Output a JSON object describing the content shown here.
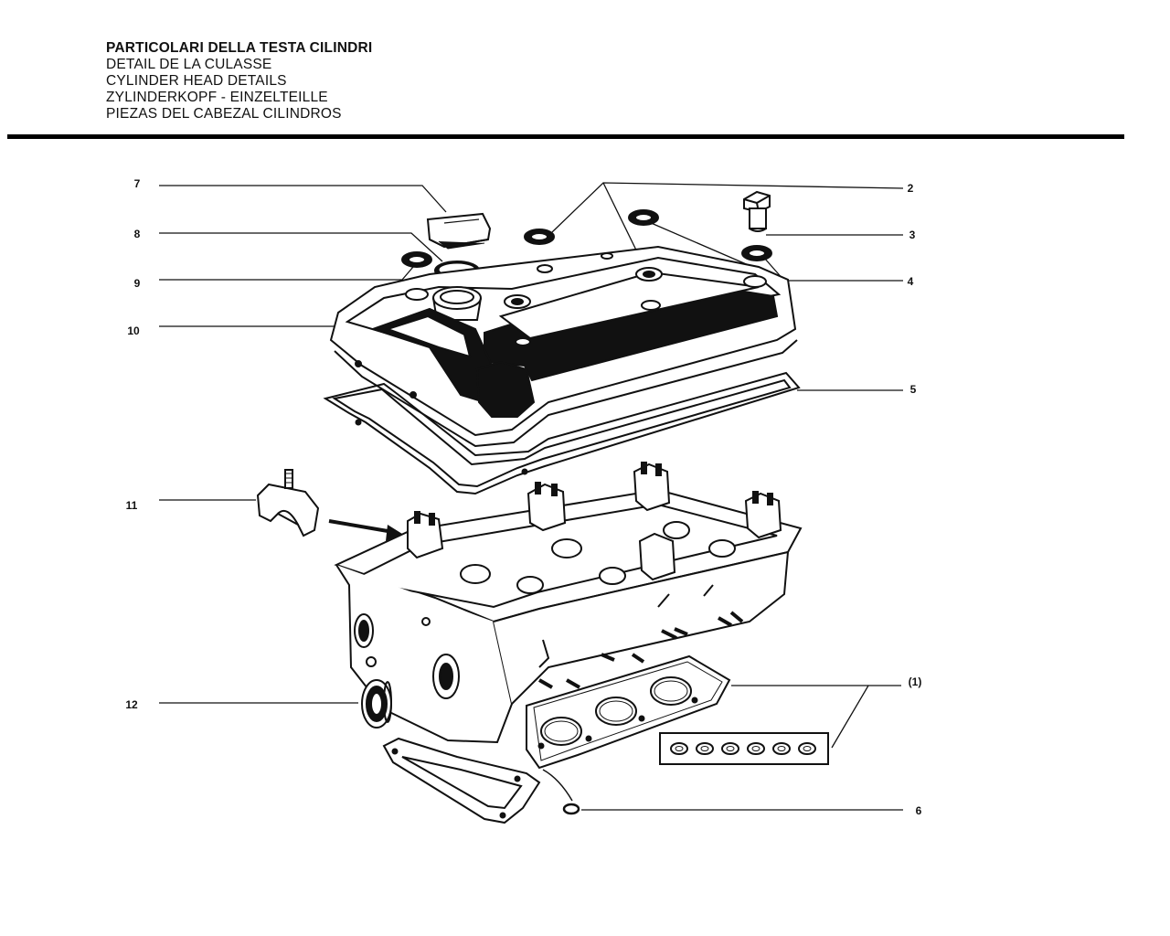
{
  "titles": [
    "PARTICOLARI DELLA TESTA CILINDRI",
    "DETAIL DE LA CULASSE",
    "CYLINDER HEAD DETAILS",
    "ZYLINDERKOPF - EINZELTEILLE",
    "PIEZAS DEL CABEZAL CILINDROS"
  ],
  "callouts": {
    "c1": "(1)",
    "c2": "2",
    "c3": "3",
    "c4": "4",
    "c5": "5",
    "c6": "6",
    "c7": "7",
    "c8": "8",
    "c9": "9",
    "c10": "10",
    "c11": "11",
    "c12": "12"
  }
}
